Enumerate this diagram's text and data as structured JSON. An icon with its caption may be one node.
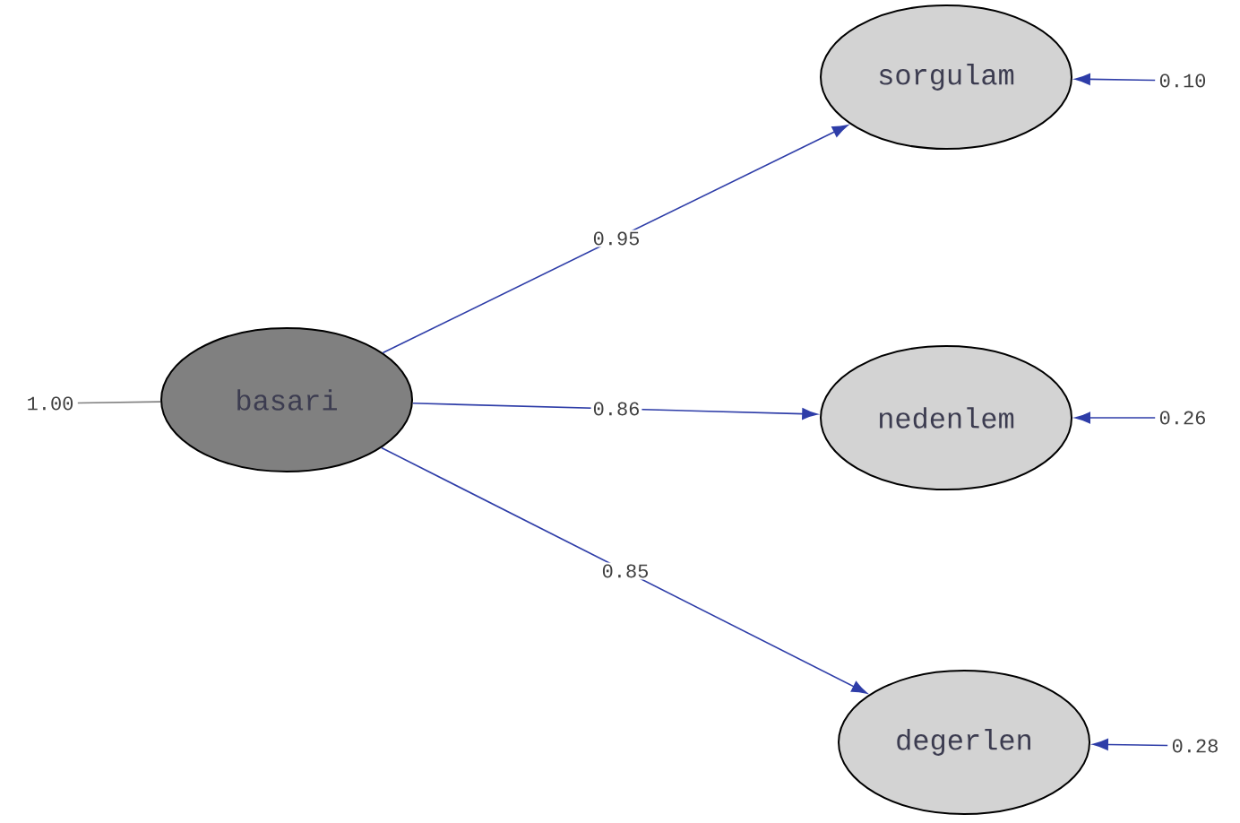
{
  "diagram": {
    "nodes": [
      {
        "text": [
          "1.00"
        ]
      },
      {
        "text": [
          "basari"
        ]
      },
      {
        "text": [
          "sorgulam"
        ]
      },
      {
        "text": [
          "nedenlem"
        ]
      },
      {
        "text": [
          "degerlen"
        ]
      },
      {
        "text": [
          "0.10"
        ]
      },
      {
        "text": [
          "0.26"
        ]
      },
      {
        "text": [
          "0.28"
        ]
      }
    ],
    "edges": [
      {
        "from": 0,
        "to": 1,
        "arrow": "none",
        "color": "#808080"
      },
      {
        "from": 1,
        "to": 2,
        "arrow": "to",
        "label": "0.95"
      },
      {
        "from": 1,
        "to": 3,
        "arrow": "to",
        "label": "0.86"
      },
      {
        "from": 1,
        "to": 4,
        "arrow": "to",
        "label": "0.85"
      },
      {
        "from": 5,
        "to": 2,
        "arrow": "to"
      },
      {
        "from": 6,
        "to": 3,
        "arrow": "to"
      },
      {
        "from": 7,
        "to": 4,
        "arrow": "to"
      }
    ]
  }
}
